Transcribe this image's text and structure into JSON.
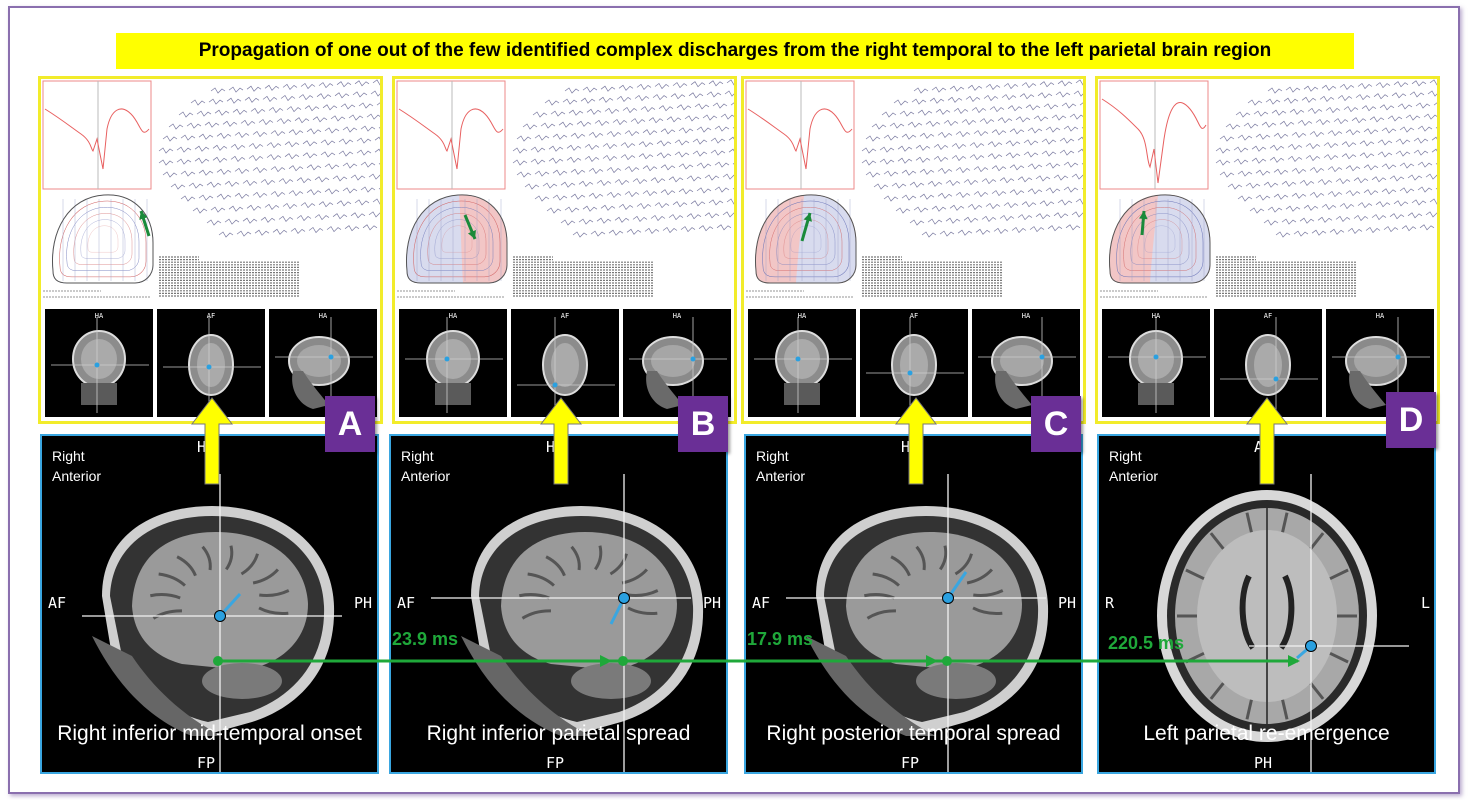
{
  "title": "Propagation of one out of the few identified complex discharges from the right temporal to the left parietal brain region",
  "colors": {
    "title_bg": "#ffff00",
    "badge": "#6a2f96",
    "panel_border": "#f2ec2a",
    "mri_border": "#3aa6e0",
    "timeline": "#1fa83a",
    "arrow": "#ffff00"
  },
  "panels": [
    {
      "label": "A",
      "thumb_labels": [
        "HA",
        "AF",
        "HA"
      ]
    },
    {
      "label": "B",
      "thumb_labels": [
        "HA",
        "AF",
        "HA"
      ]
    },
    {
      "label": "C",
      "thumb_labels": [
        "HA",
        "AF",
        "HA"
      ]
    },
    {
      "label": "D",
      "thumb_labels": [
        "HA",
        "AF",
        "HA"
      ]
    }
  ],
  "mri": [
    {
      "orientation_line1": "Right",
      "orientation_line2": "Anterior",
      "top": "HA",
      "left": "AF",
      "right": "PH",
      "bottom": "FP",
      "caption": "Right inferior mid-temporal onset",
      "view": "sagittal"
    },
    {
      "orientation_line1": "Right",
      "orientation_line2": "Anterior",
      "top": "HA",
      "left": "AF",
      "right": "PH",
      "bottom": "FP",
      "caption": "Right inferior parietal spread",
      "view": "sagittal"
    },
    {
      "orientation_line1": "Right",
      "orientation_line2": "Anterior",
      "top": "HA",
      "left": "AF",
      "right": "PH",
      "bottom": "FP",
      "caption": "Right posterior temporal spread",
      "view": "sagittal"
    },
    {
      "orientation_line1": "Right",
      "orientation_line2": "Anterior",
      "top": "AF",
      "left": "R",
      "right": "L",
      "bottom": "PH",
      "caption": "Left parietal re-emergence",
      "view": "axial"
    }
  ],
  "intervals": [
    "23.9 ms",
    "17.9 ms",
    "220.5 ms"
  ]
}
